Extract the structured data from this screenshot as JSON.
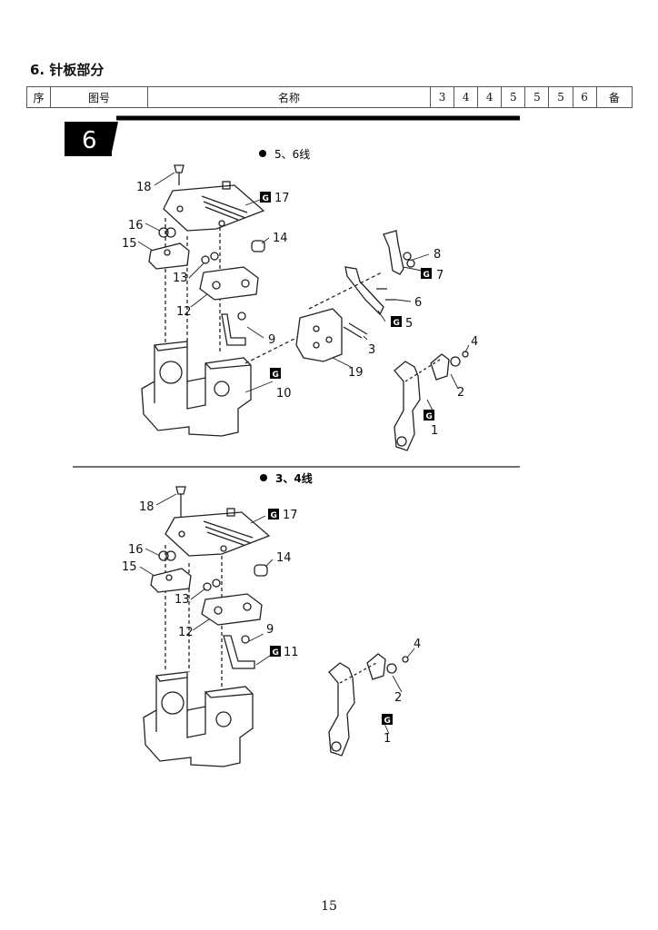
{
  "section_title": "6. 针板部分",
  "table_header": [
    "序",
    "图号",
    "名称",
    "3",
    "4",
    "4",
    "5",
    "5",
    "5",
    "6",
    "备"
  ],
  "figure_number": "6",
  "group1_heading": "5、6线",
  "group2_heading": "3、4线",
  "g_mark": "G",
  "upper_callouts": [
    "18",
    "17",
    "16",
    "15",
    "14",
    "13",
    "12",
    "9",
    "10",
    "8",
    "7",
    "6",
    "5",
    "3",
    "19",
    "4",
    "2",
    "1"
  ],
  "lower_callouts": [
    "18",
    "17",
    "16",
    "15",
    "14",
    "13",
    "12",
    "9",
    "11",
    "4",
    "2",
    "1"
  ],
  "page_number": "15"
}
